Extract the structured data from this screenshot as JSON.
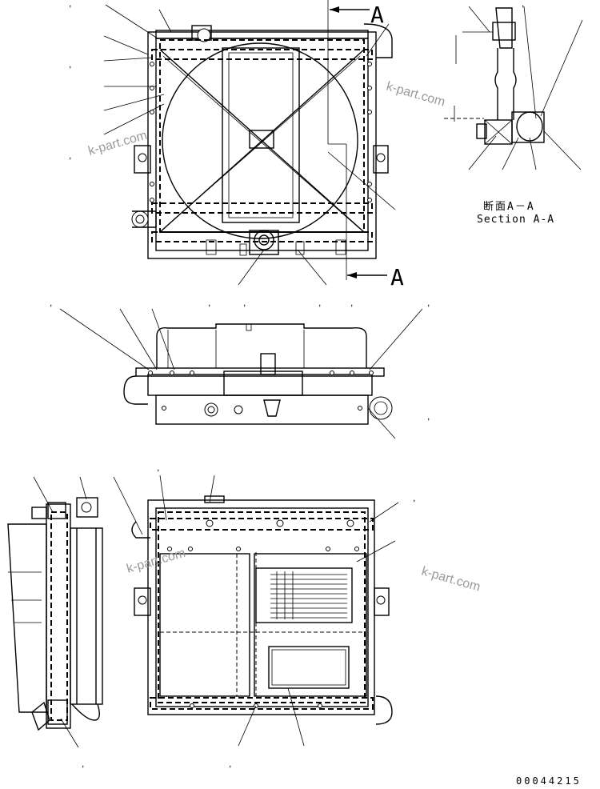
{
  "section_marker": {
    "letter_top": "A",
    "letter_bottom": "A"
  },
  "section_caption": {
    "japanese": "断面A－A",
    "english": "Section A-A"
  },
  "watermarks": [
    "k-part.com",
    "k-part.com",
    "k-part.com",
    "k-part.com"
  ],
  "drawing_number": "00044215",
  "callout_mark": ","
}
